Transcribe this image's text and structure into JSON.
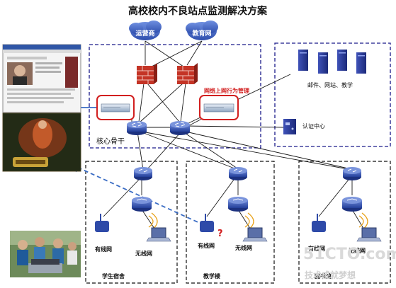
{
  "title": "高校校内不良站点监测解决方案",
  "clouds": {
    "carrier": "运营商",
    "education": "教育网"
  },
  "labels": {
    "core_backbone": "核心骨干",
    "behavior_management": "网络上网行为管理",
    "mail_web_teaching": "邮件、网站、教学",
    "auth_center": "认证中心",
    "wired_network": "有线网",
    "wireless_network": "无线网",
    "dormitory": "学生宿舍",
    "teaching_building": "教学楼",
    "library": "图书馆",
    "question_mark": "?"
  },
  "watermark": {
    "brand": "51CTO.com",
    "slogan": "技术成就梦想"
  },
  "colors": {
    "cloud": "#3a5fc4",
    "switch": "#2f4fae",
    "firewall": "#c43426",
    "server": "#2e3fa0",
    "dashed_border": "#1a1a8a",
    "highlight": "#d21f1f",
    "monitor_arrow": "#3a6cc4"
  }
}
